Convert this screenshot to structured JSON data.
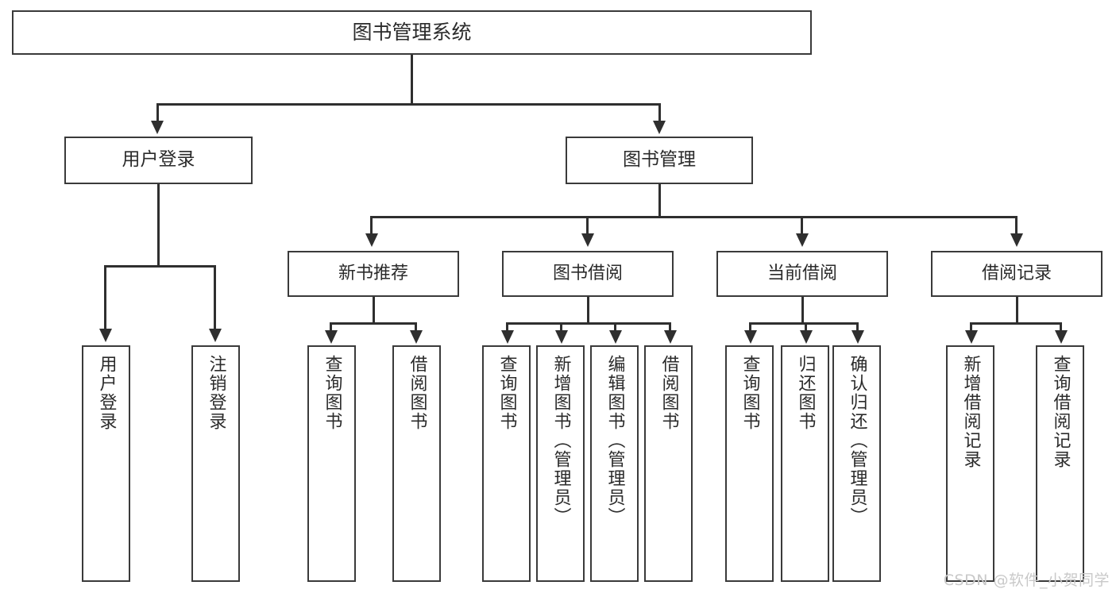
{
  "diagram": {
    "title": "图书管理系统",
    "type": "tree-hierarchy",
    "root": {
      "label": "图书管理系统"
    },
    "level2": [
      {
        "label": "用户登录"
      },
      {
        "label": "图书管理"
      }
    ],
    "level3": [
      {
        "label": "新书推荐"
      },
      {
        "label": "图书借阅"
      },
      {
        "label": "当前借阅"
      },
      {
        "label": "借阅记录"
      }
    ],
    "leaves": {
      "user_login": [
        {
          "label": "用户登录"
        },
        {
          "label": "注销登录"
        }
      ],
      "new_book_recommend": [
        {
          "label": "查询图书"
        },
        {
          "label": "借阅图书"
        }
      ],
      "book_borrow": [
        {
          "label": "查询图书"
        },
        {
          "label": "新增图书（管理员）"
        },
        {
          "label": "编辑图书（管理员）"
        },
        {
          "label": "借阅图书"
        }
      ],
      "current_borrow": [
        {
          "label": "查询图书"
        },
        {
          "label": "归还图书"
        },
        {
          "label": "确认归还（管理员）"
        }
      ],
      "borrow_record": [
        {
          "label": "新增借阅记录"
        },
        {
          "label": "查询借阅记录"
        }
      ]
    }
  },
  "watermark": {
    "text": "CSDN @软件_小贺同学"
  },
  "colors": {
    "box_border": "#3a3a3a",
    "line": "#2f2f2f",
    "text": "#2b2b2b",
    "background": "#ffffff",
    "watermark": "#c9c9c9"
  }
}
